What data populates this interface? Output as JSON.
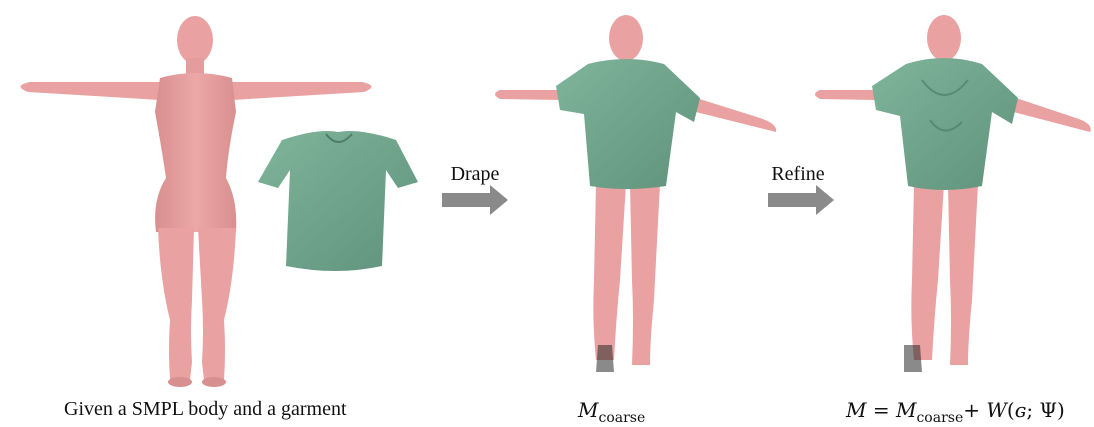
{
  "colors": {
    "skin": "#e9a1a1",
    "skin_shadow": "#cf8585",
    "garment": "#76ab92",
    "garment_shadow": "#5d907a",
    "arrow": "#8a8a8a"
  },
  "steps": [
    {
      "arrow_label": "Drape"
    },
    {
      "arrow_label": "Refine"
    }
  ],
  "captions": {
    "input": "Given a SMPL body and a garment",
    "coarse_var": "M",
    "coarse_sub": "coarse",
    "final_lhs": "M",
    "final_eq": " = ",
    "final_m": "M",
    "final_sub": "coarse",
    "final_plus": "+ ",
    "final_w": "W",
    "final_open": "(",
    "final_g": "ɢ",
    "final_semicolon": "; ",
    "final_psi": "Ψ",
    "final_close": ")"
  }
}
